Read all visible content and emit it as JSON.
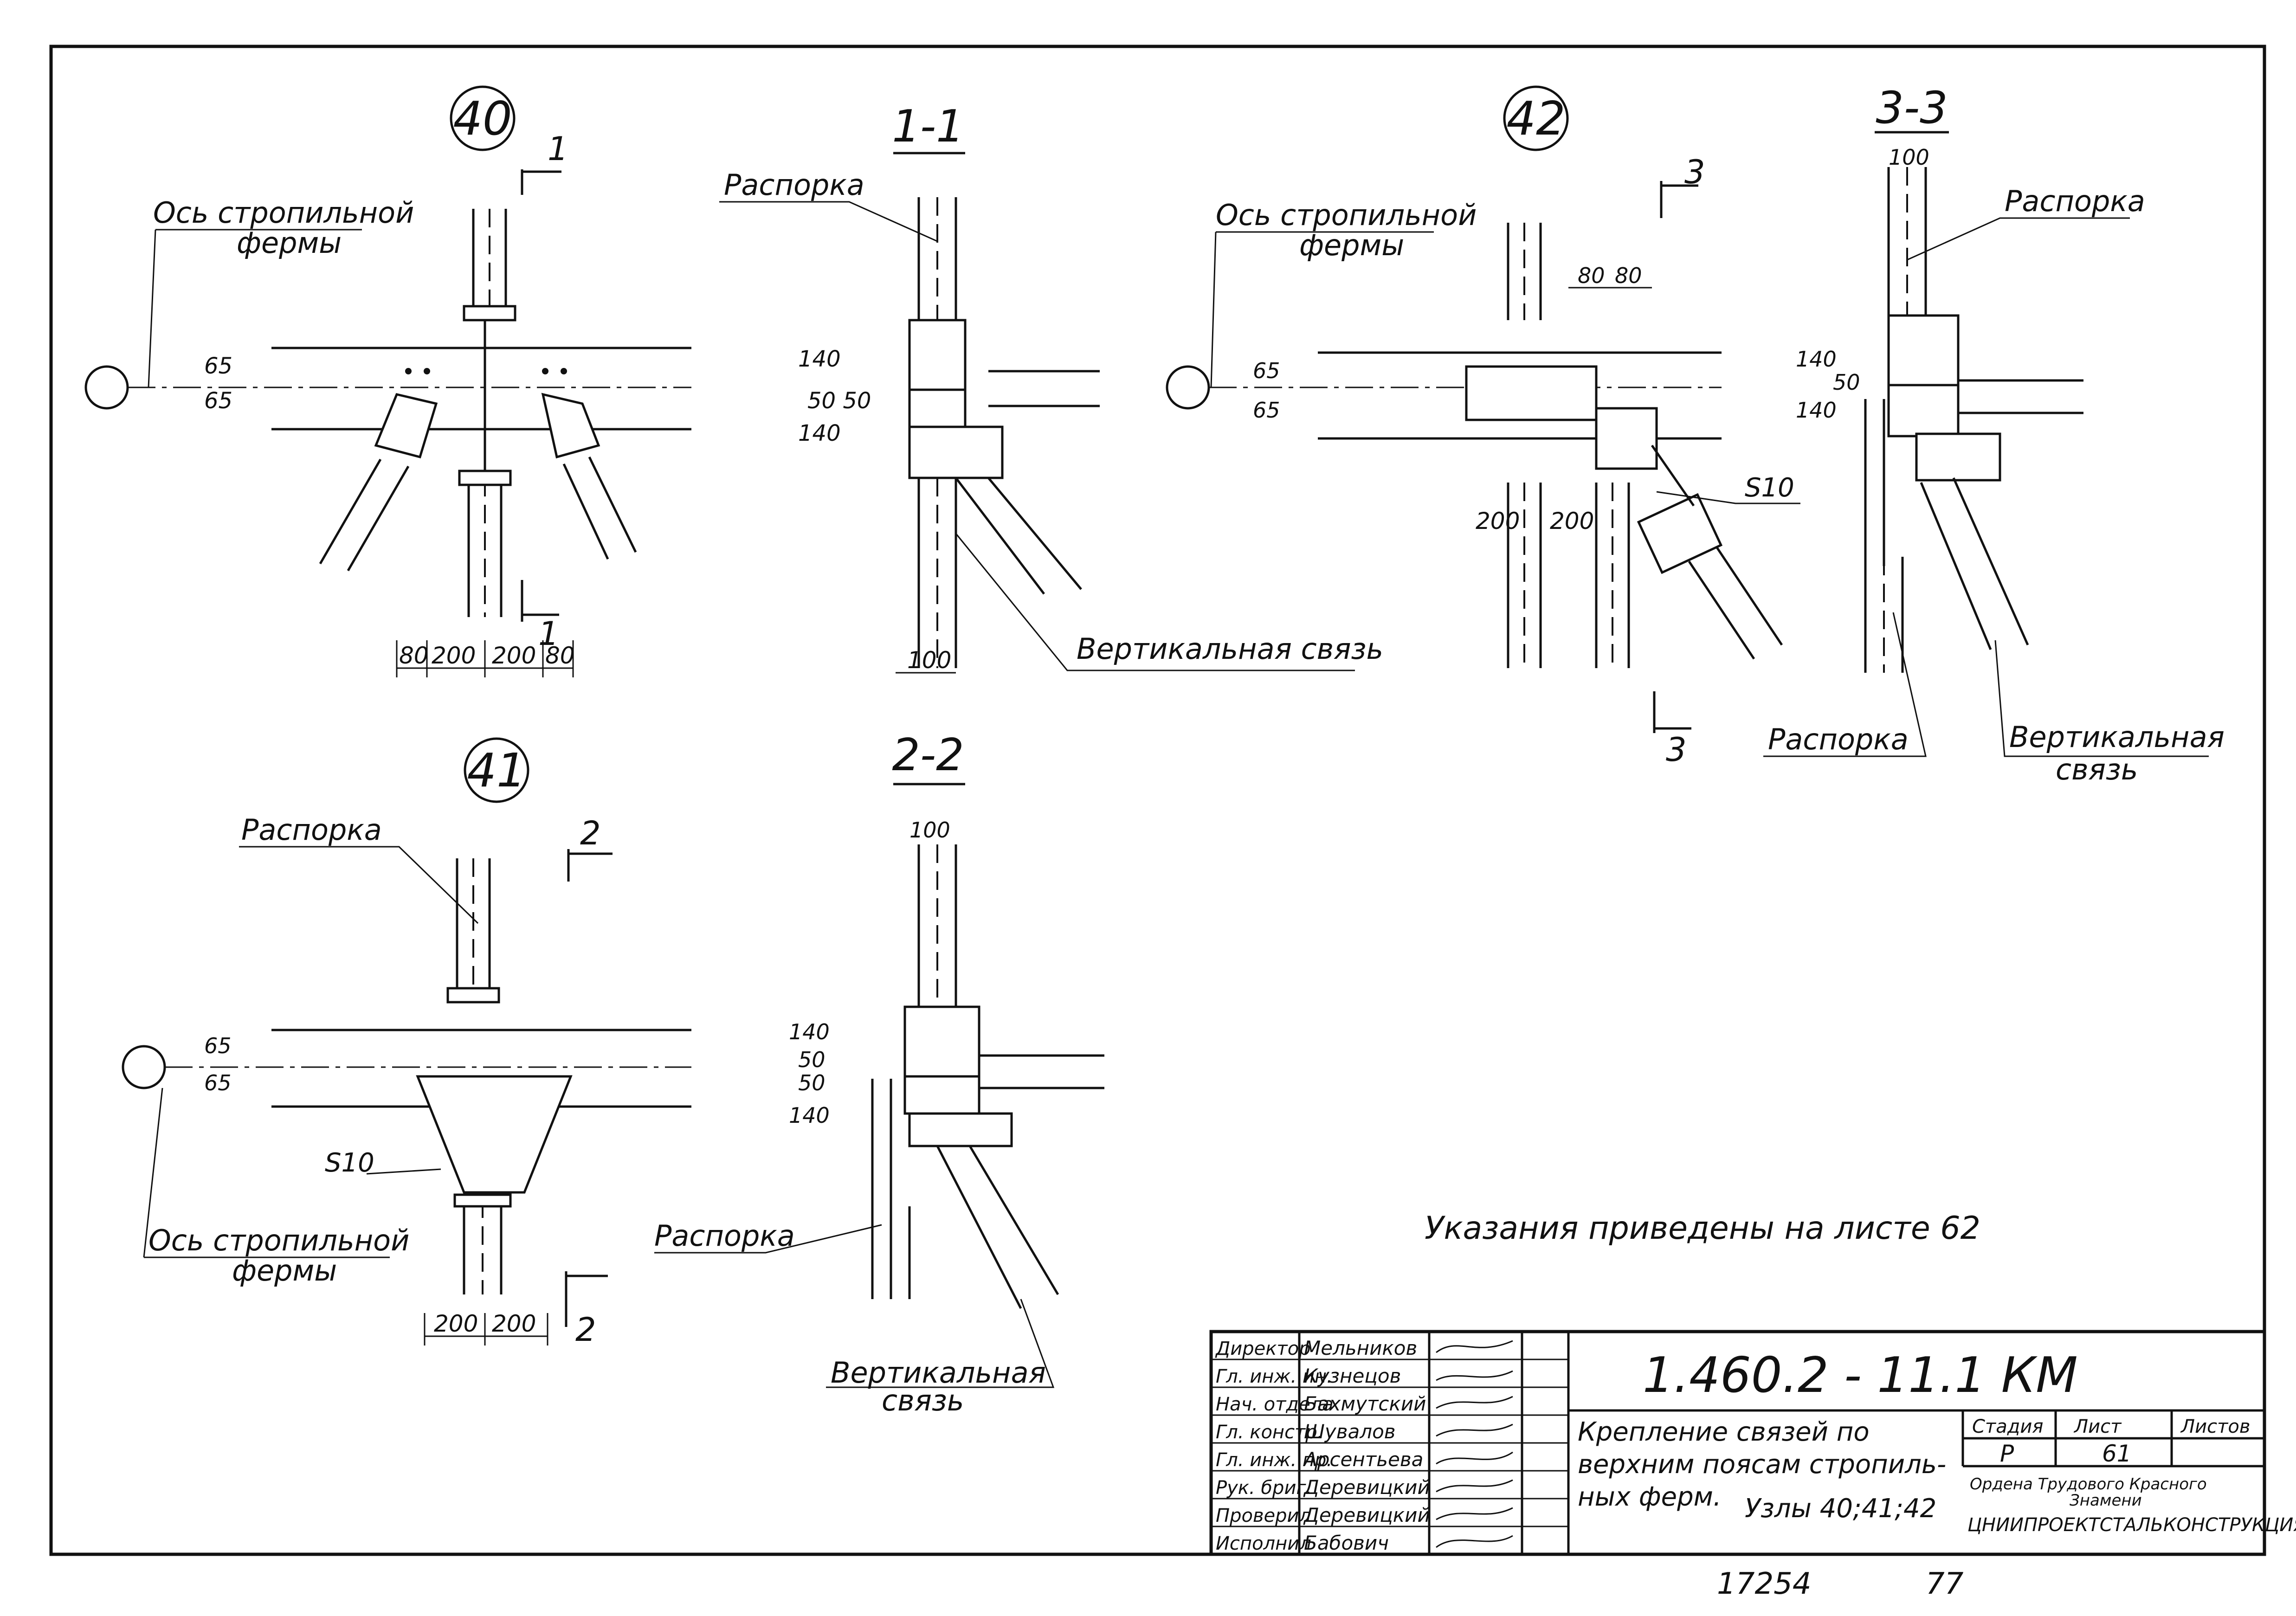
{
  "nodes": {
    "n40": "40",
    "n41": "41",
    "n42": "42"
  },
  "sections": {
    "s11": "1-1",
    "s22": "2-2",
    "s33": "3-3",
    "cut1": "1",
    "cut2": "2",
    "cut3": "3"
  },
  "labels": {
    "truss_axis_1": "Ось стропильной",
    "truss_axis_2": "фермы",
    "strut": "Распорка",
    "vbrace_1": "Вертикальная",
    "vbrace_2": "связь",
    "vbrace_full": "Вертикальная связь",
    "s10": "S10"
  },
  "dims": {
    "d65": "65",
    "d80": "80",
    "d200": "200",
    "d100": "100",
    "d140": "140",
    "d50": "50",
    "d5050": "50 50"
  },
  "notes": {
    "instructions": "Указания    приведены на листе 62"
  },
  "title_block": {
    "code": "1.460.2 - 11.1  КМ",
    "title_1": "Крепление связей  по",
    "title_2": "верхним поясам стропиль-",
    "title_3": "ных ферм.",
    "title_4": "Узлы 40;41;42",
    "stage_h": "Стадия",
    "sheet_h": "Лист",
    "sheets_h": "Листов",
    "stage": "Р",
    "sheet": "61",
    "org_1": "Ордена Трудового Красного",
    "org_2": "Знамени",
    "org_3": "ЦНИИПРОЕКТСТАЛЬКОНСТРУКЦИЯ",
    "roles": [
      "Директор",
      "Гл. инж. ин.",
      "Нач. отдела",
      "Гл. констр.",
      "Гл. инж. пр.",
      "Рук. бриг.",
      "Проверил",
      "Исполнил"
    ],
    "names": [
      "Мельников",
      "Кузнецов",
      "Бахмутский",
      "Шувалов",
      "Арсентьева",
      "Деревицкий",
      "Деревицкий",
      "Бабович"
    ]
  },
  "footer": {
    "inv": "17254",
    "page": "77"
  }
}
